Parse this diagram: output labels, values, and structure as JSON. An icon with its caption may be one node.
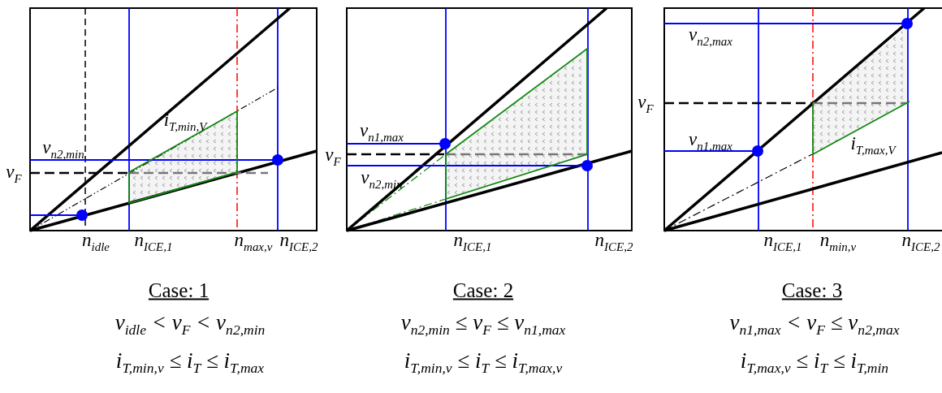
{
  "diagram": {
    "labels": [
      "i$_{T,min,V}$",
      "v$_{n2,min}$",
      "v$_{F}$",
      "n$_{idle}$",
      "n$_{ICE,1}$",
      "n$_{max,v}$",
      "n$_{ICE,2}$",
      "v$_{n1,max}$",
      "v$_{F}$",
      "v$_{n2,min}$",
      "n$_{ICE,1}$",
      "n$_{ICE,2}$",
      "v$_{n2,max}$",
      "v$_{F}$",
      "v$_{n1,max}$",
      "i$_{T,max,V}$",
      "n$_{ICE,1}$",
      "n$_{min,v}$",
      "n$_{ICE,2}$",
      "Case: 1",
      "Case: 2",
      "Case: 3",
      "v$_{idle}$ < v$_{F}$ < v$_{n2,min}$",
      "v$_{n2,min}$ ≤ v$_{F}$ ≤ v$_{n1,max}$",
      "v$_{n1,max}$ < v$_{F}$ ≤ v$_{n2,max}$",
      "i$_{T,min,v}$ ≤ i$_{T}$ ≤ i$_{T,max}$",
      "i$_{T,min,v}$ ≤ i$_{T}$ ≤ i$_{T,max,v}$",
      "i$_{T,max,v}$ ≤ i$_{T}$ ≤ i$_{T,min}$"
    ]
  }
}
